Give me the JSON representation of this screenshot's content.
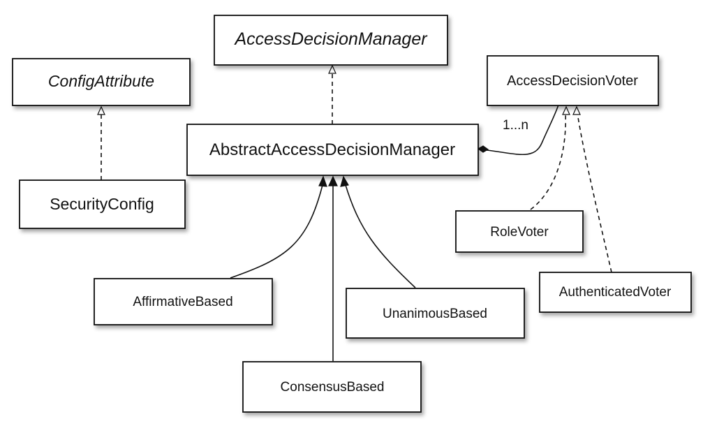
{
  "diagram": {
    "boxes": {
      "access_decision_manager": "AccessDecisionManager",
      "config_attribute": "ConfigAttribute",
      "access_decision_voter": "AccessDecisionVoter",
      "abstract_access_decision_manager": "AbstractAccessDecisionManager",
      "security_config": "SecurityConfig",
      "role_voter": "RoleVoter",
      "affirmative_based": "AffirmativeBased",
      "unanimous_based": "UnanimousBased",
      "authenticated_voter": "AuthenticatedVoter",
      "consensus_based": "ConsensusBased"
    },
    "multiplicity": "1...n"
  }
}
